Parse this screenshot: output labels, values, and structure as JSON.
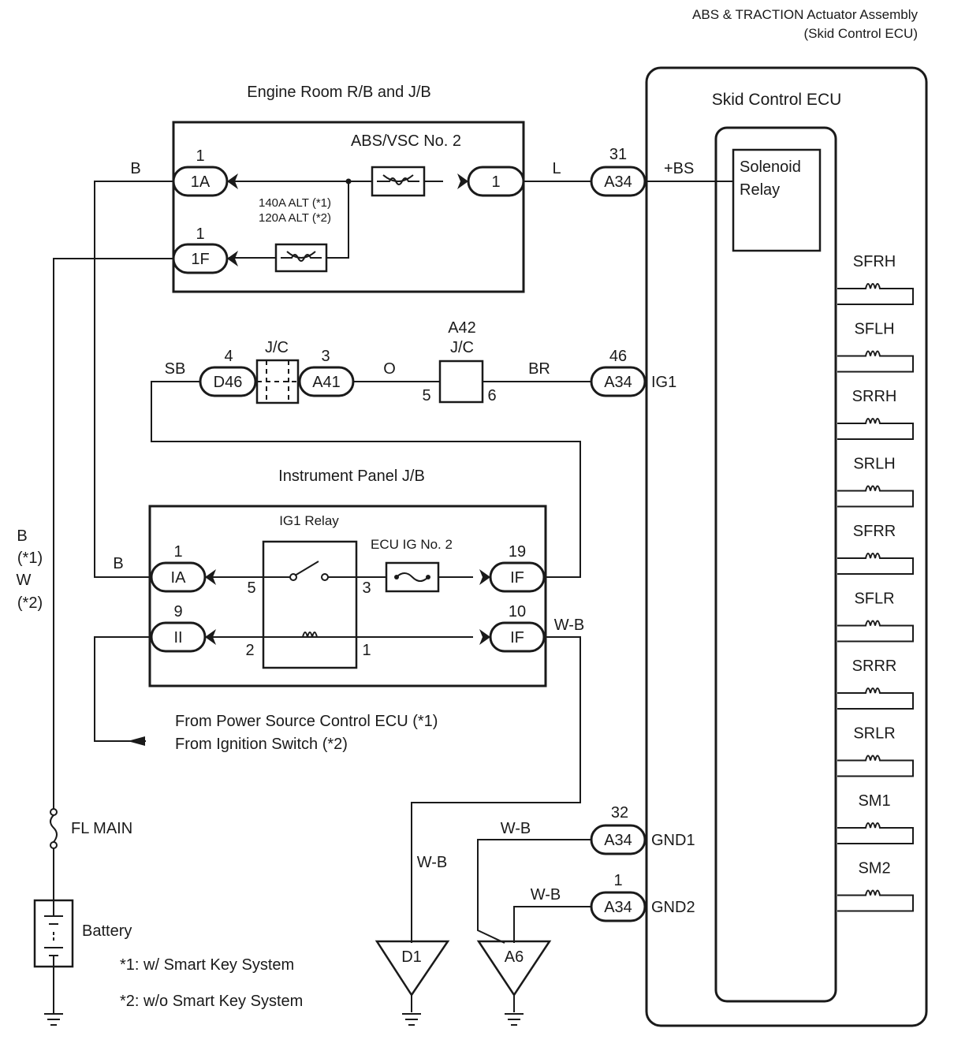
{
  "header": {
    "assembly_line1": "ABS & TRACTION Actuator Assembly",
    "assembly_line2": "(Skid Control ECU)"
  },
  "blocks": {
    "engine_room": "Engine Room R/B and J/B",
    "abs_vsc_fuse": "ABS/VSC No. 2",
    "alt_140": "140A ALT (*1)",
    "alt_120": "120A ALT (*2)",
    "skid_ecu": "Skid Control ECU",
    "solenoid_line1": "Solenoid",
    "solenoid_line2": "Relay",
    "instrument_panel": "Instrument Panel J/B",
    "ig1_relay": "IG1 Relay",
    "ecu_ig_fuse": "ECU IG No. 2",
    "jc_left": "J/C",
    "a42": "A42",
    "jc_right": "J/C",
    "fl_main": "FL MAIN",
    "battery": "Battery",
    "from_power": "From Power Source Control ECU (*1)",
    "from_ignition": "From Ignition Switch (*2)"
  },
  "connectors": {
    "c1a": "1A",
    "c1f": "1F",
    "c1_abs": "1",
    "a34_bs": "A34",
    "d46": "D46",
    "a41": "A41",
    "a34_ig1": "A34",
    "ia": "IA",
    "ii": "II",
    "if_19": "IF",
    "if_10": "IF",
    "a34_gnd1": "A34",
    "a34_gnd2": "A34",
    "d1": "D1",
    "a6": "A6"
  },
  "pins": {
    "p1a": "1",
    "p1f": "1",
    "p31": "31",
    "p4": "4",
    "p3": "3",
    "p46": "46",
    "p5_jc": "5",
    "p6_jc": "6",
    "pia": "1",
    "pii": "9",
    "p19": "19",
    "p10": "10",
    "relay5": "5",
    "relay3": "3",
    "relay2": "2",
    "relay1": "1",
    "p32": "32",
    "pgnd2": "1"
  },
  "wires": {
    "b_top": "B",
    "l": "L",
    "sb": "SB",
    "o": "O",
    "br": "BR",
    "b_mid": "B",
    "wb_if": "W-B",
    "wb_d1": "W-B",
    "wb_gnd1": "W-B",
    "wb_gnd2": "W-B",
    "left_b": "B",
    "left_1": "(*1)",
    "left_w": "W",
    "left_2": "(*2)"
  },
  "signals": {
    "bs": "+BS",
    "ig1": "IG1",
    "gnd1": "GND1",
    "gnd2": "GND2"
  },
  "solenoids": [
    "SFRH",
    "SFLH",
    "SRRH",
    "SRLH",
    "SFRR",
    "SFLR",
    "SRRR",
    "SRLR",
    "SM1",
    "SM2"
  ],
  "notes": {
    "n1": "*1: w/ Smart Key System",
    "n2": "*2: w/o Smart Key System"
  }
}
